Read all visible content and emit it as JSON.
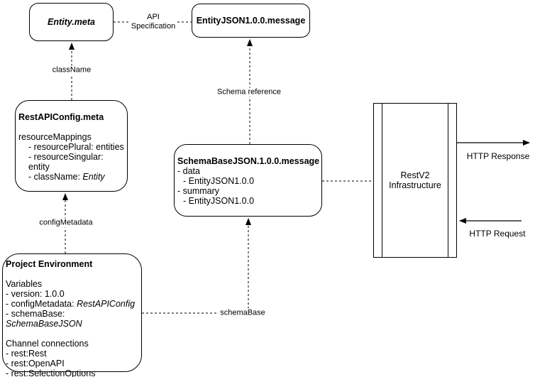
{
  "diagram": {
    "nodes": {
      "entity_meta": {
        "title": "Entity.meta"
      },
      "entity_json": {
        "title": "EntityJSON1.0.0.message"
      },
      "rest_api_config": {
        "title": "RestAPIConfig.meta",
        "section_header": "resourceMappings",
        "item_plural": "- resourcePlural: entities",
        "item_singular": "- resourceSingular: entity",
        "item_classname_prefix": "- className: ",
        "item_classname_value": "Entity"
      },
      "schema_base": {
        "title": "SchemaBaseJSON.1.0.0.message",
        "line_data": "- data",
        "line_data_entity": "- EntityJSON1.0.0",
        "line_summary": "- summary",
        "line_summary_entity": "- EntityJSON1.0.0"
      },
      "project_env": {
        "title": "Project Environment",
        "variables_header": "Variables",
        "var_version": "- version: 1.0.0",
        "var_config_prefix": "- configMetadata: ",
        "var_config_value": "RestAPIConfig",
        "var_schema_prefix": "- schemaBase: ",
        "var_schema_value": "SchemaBaseJSON",
        "channels_header": "Channel connections",
        "channel_rest": "- rest:Rest",
        "channel_openapi": "- rest:OpenAPI",
        "channel_selection": "- rest:SelectionOptions"
      },
      "restv2": {
        "line1": "RestV2",
        "line2": "Infrastructure"
      }
    },
    "edge_labels": {
      "classname": "className",
      "api_spec_line1": "API",
      "api_spec_line2": "Specification",
      "schema_reference": "Schema reference",
      "config_metadata": "configMetadata",
      "schema_base": "schemaBase",
      "http_response": "HTTP Response",
      "http_request": "HTTP Request"
    },
    "colors": {
      "stroke": "#000000",
      "background": "#ffffff",
      "text": "#000000"
    }
  }
}
